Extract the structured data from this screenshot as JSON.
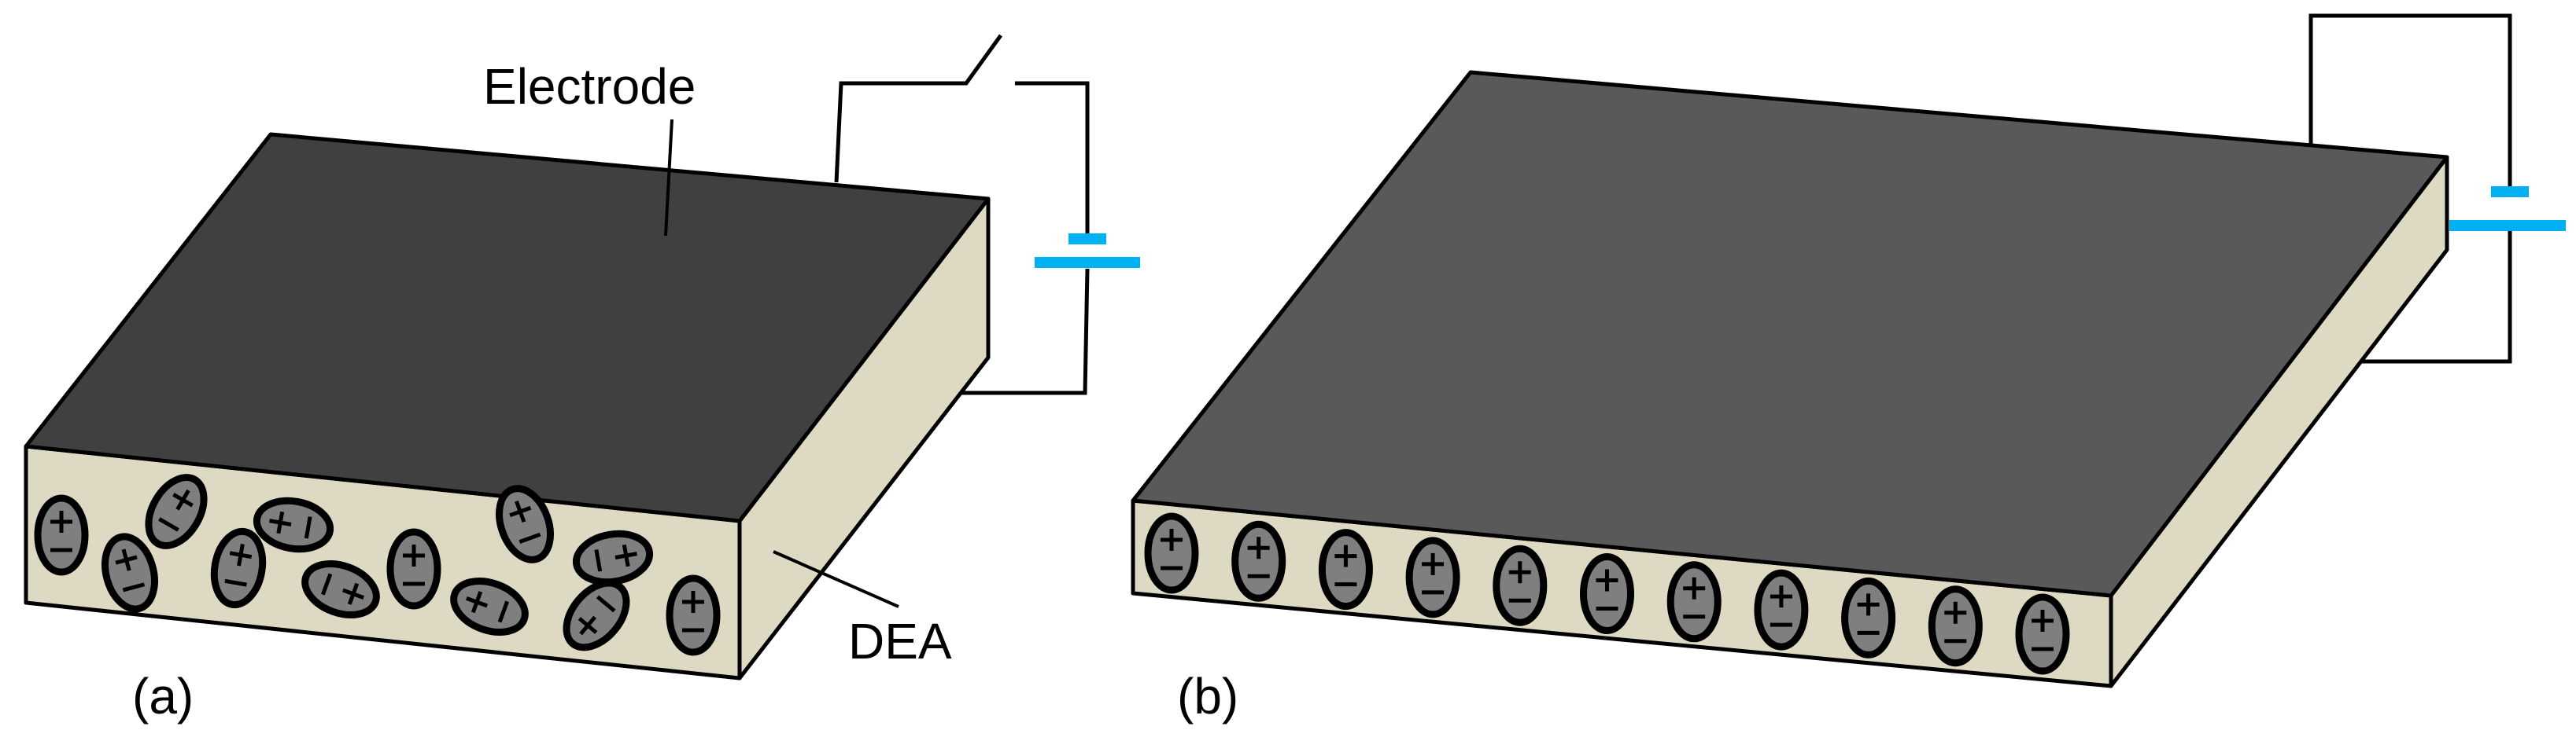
{
  "labels": {
    "electrode": "Electrode",
    "dea": "DEA",
    "panel_a": "(a)",
    "panel_b": "(b)"
  },
  "colors": {
    "top_a": "#404040",
    "top_b": "#595959",
    "side": "#ddd9c3",
    "dipole_fill": "#7f7f7f",
    "battery": "#00b0f0",
    "outline": "#000000"
  },
  "dipoles_a": [
    {
      "name": "dipole-a-1",
      "rotation": 0
    },
    {
      "name": "dipole-a-2",
      "rotation": 30
    },
    {
      "name": "dipole-a-3",
      "rotation": -15
    },
    {
      "name": "dipole-a-4",
      "rotation": 10
    },
    {
      "name": "dipole-a-5",
      "rotation": -80
    },
    {
      "name": "dipole-a-6",
      "rotation": 110
    },
    {
      "name": "dipole-a-7",
      "rotation": 0
    },
    {
      "name": "dipole-a-8",
      "rotation": -20
    },
    {
      "name": "dipole-a-9",
      "rotation": -70
    },
    {
      "name": "dipole-a-10",
      "rotation": 80
    },
    {
      "name": "dipole-a-11",
      "rotation": -140
    },
    {
      "name": "dipole-a-12",
      "rotation": 0
    }
  ],
  "dipoles_b_count": 11,
  "icons": {
    "switch": "switch-icon",
    "battery": "battery-icon"
  }
}
